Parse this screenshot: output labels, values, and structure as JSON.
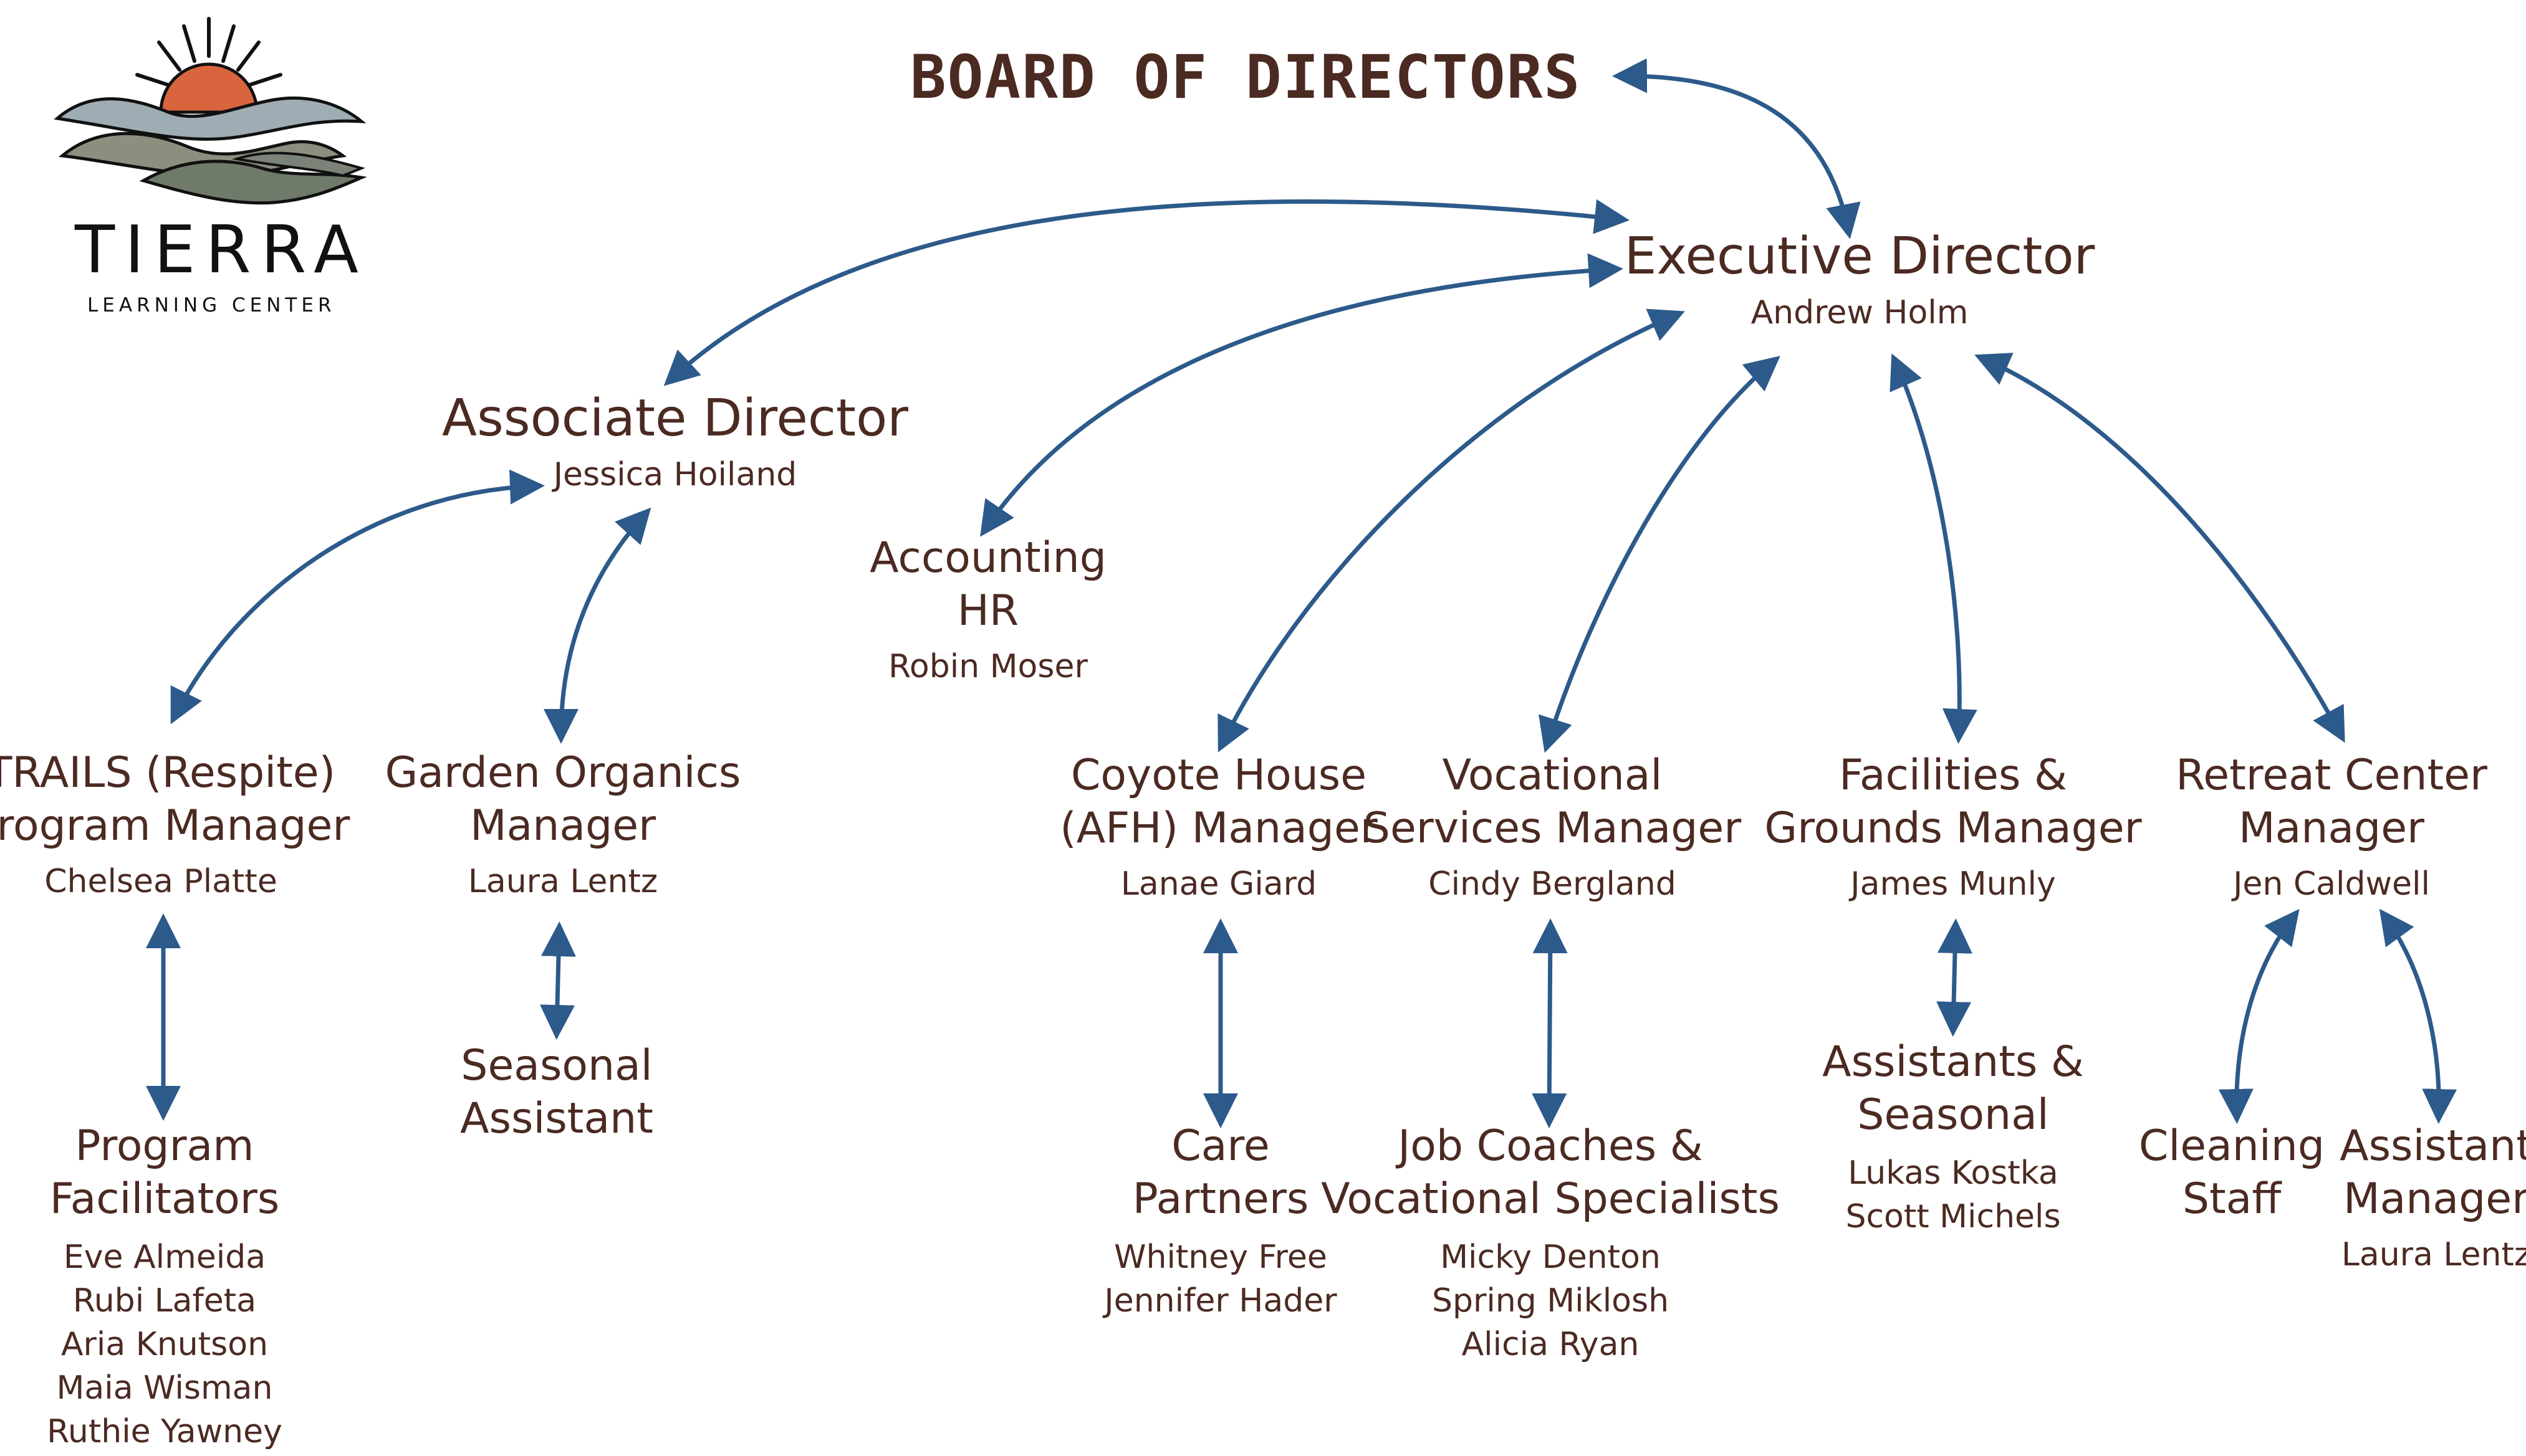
{
  "logo": {
    "title": "TIERRA",
    "subtitle": "LEARNING CENTER"
  },
  "board": {
    "label": "BOARD OF DIRECTORS"
  },
  "executive": {
    "title": "Executive Director",
    "name": "Andrew Holm"
  },
  "associate": {
    "title": "Associate Director",
    "name": "Jessica Hoiland"
  },
  "accounting": {
    "title_line1": "Accounting",
    "title_line2": "HR",
    "name": "Robin Moser"
  },
  "trails": {
    "title_line1": "TRAILS (Respite)",
    "title_line2": "Program Manager",
    "name": "Chelsea Platte"
  },
  "garden": {
    "title_line1": "Garden Organics",
    "title_line2": "Manager",
    "name": "Laura Lentz"
  },
  "coyote": {
    "title_line1": "Coyote House",
    "title_line2": "(AFH) Manager",
    "name": "Lanae Giard"
  },
  "vocational": {
    "title_line1": "Vocational",
    "title_line2": "Services Manager",
    "name": "Cindy Bergland"
  },
  "facilities": {
    "title_line1": "Facilities &",
    "title_line2": "Grounds Manager",
    "name": "James Munly"
  },
  "retreat": {
    "title_line1": "Retreat Center",
    "title_line2": "Manager",
    "name": "Jen Caldwell"
  },
  "program_facilitators": {
    "title_line1": "Program",
    "title_line2": "Facilitators",
    "names": [
      "Eve Almeida",
      "Rubi Lafeta",
      "Aria Knutson",
      "Maia Wisman",
      "Ruthie Yawney"
    ]
  },
  "seasonal_assistant": {
    "title_line1": "Seasonal",
    "title_line2": "Assistant"
  },
  "care_partners": {
    "title_line1": "Care",
    "title_line2": "Partners",
    "names": [
      "Whitney Free",
      "Jennifer Hader"
    ]
  },
  "job_coaches": {
    "title_line1": "Job Coaches &",
    "title_line2": "Vocational Specialists",
    "names": [
      "Micky Denton",
      "Spring Miklosh",
      "Alicia Ryan"
    ]
  },
  "assistants_seasonal": {
    "title_line1": "Assistants &",
    "title_line2": "Seasonal",
    "names": [
      "Lukas Kostka",
      "Scott Michels"
    ]
  },
  "cleaning": {
    "title_line1": "Cleaning",
    "title_line2": "Staff"
  },
  "assistant_manager": {
    "title_line1": "Assistant",
    "title_line2": "Manager",
    "name": "Laura Lentz"
  },
  "colors": {
    "title": "#4b2a22",
    "arrow": "#2c5a8a"
  }
}
